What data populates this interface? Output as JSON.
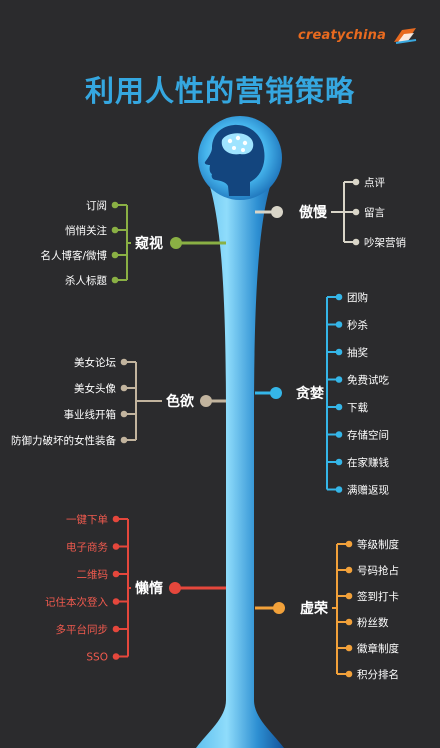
{
  "header": {
    "logo_text": "creatychina",
    "title": "利用人性的营销策略"
  },
  "colors": {
    "background": "#2b2b2d",
    "title": "#35a7e0",
    "logo": "#e86a1f",
    "stem_light": "#7fd3f6",
    "stem_dark": "#1463ad"
  },
  "branches": [
    {
      "name": "傲慢",
      "side": "right",
      "color": "#d9d5c8",
      "items": [
        "点评",
        "留言",
        "吵架营销"
      ]
    },
    {
      "name": "窥视",
      "side": "left",
      "color": "#8ab044",
      "items": [
        "订阅",
        "悄悄关注",
        "名人博客/微博",
        "杀人标题"
      ]
    },
    {
      "name": "贪婪",
      "side": "right",
      "color": "#35b6e8",
      "items": [
        "团购",
        "秒杀",
        "抽奖",
        "免费试吃",
        "下载",
        "存储空间",
        "在家赚钱",
        "满赠返现"
      ]
    },
    {
      "name": "色欲",
      "side": "left",
      "color": "#c2b49e",
      "items": [
        "美女论坛",
        "美女头像",
        "事业线开箱",
        "防御力破坏的女性装备"
      ]
    },
    {
      "name": "懒惰",
      "side": "left",
      "color": "#e5473c",
      "items": [
        "一键下单",
        "电子商务",
        "二维码",
        "记住本次登入",
        "多平台同步",
        "SSO"
      ]
    },
    {
      "name": "虚荣",
      "side": "right",
      "color": "#f2a13a",
      "items": [
        "等级制度",
        "号码抢占",
        "签到打卡",
        "粉丝数",
        "徽章制度",
        "积分排名"
      ]
    }
  ]
}
